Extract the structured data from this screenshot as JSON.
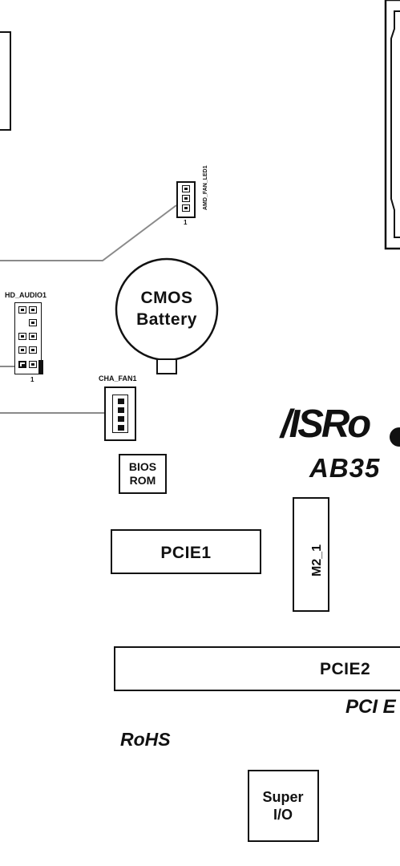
{
  "board": {
    "brand": "/ISRo",
    "model": "AB35",
    "rohs": "RoHS"
  },
  "components": {
    "cmos_line1": "CMOS",
    "cmos_line2": "Battery",
    "hd_audio": "HD_AUDIO1",
    "hd_audio_pin": "1",
    "amd_fan_led": "AMD_FAN_LED1",
    "amd_fan_led_pin": "1",
    "cha_fan": "CHA_FAN1",
    "bios_line1": "BIOS",
    "bios_line2": "ROM",
    "pcie1": "PCIE1",
    "m2": "M2_1",
    "pcie2": "PCIE2",
    "pcie_partial": "PCI E",
    "super_io_line1": "Super",
    "super_io_line2": "I/O"
  },
  "colors": {
    "ink": "#111111",
    "leader_line": "#8a8a8a",
    "background": "#ffffff"
  }
}
